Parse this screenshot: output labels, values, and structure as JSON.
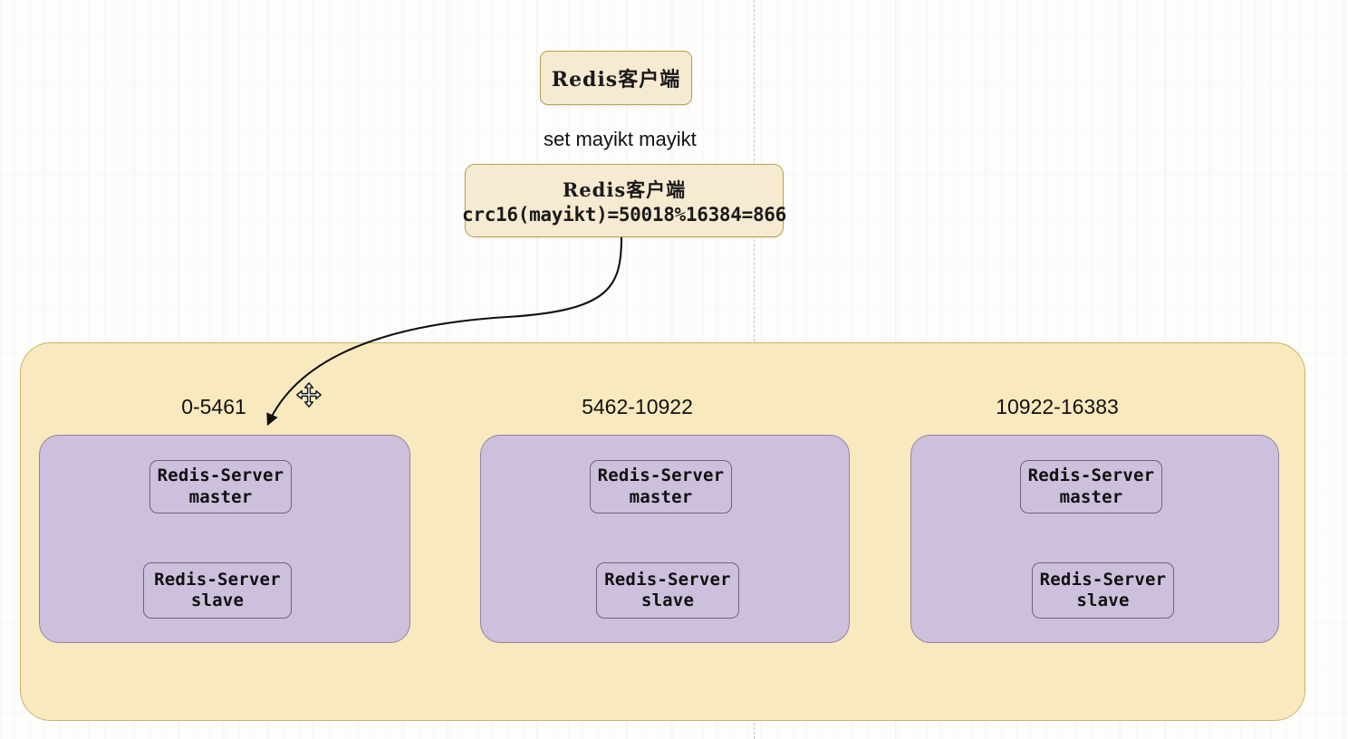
{
  "diagram": {
    "title_box": {
      "label": "Redis客户端"
    },
    "command_label": "set mayikt mayikt",
    "hash_box": {
      "line1": "Redis客户端",
      "line2": "crc16(mayikt)=50018%16384=866"
    },
    "colors": {
      "container_fill": "#f9e9bf",
      "container_border": "#c9b368",
      "cream_fill": "#f6ead1",
      "cream_border": "#b5a44f",
      "node_fill": "#cdc0dc",
      "node_border": "#8f84a2",
      "server_border": "#6f6382",
      "arrow": "#111111"
    },
    "cursor": {
      "icon": "move-cursor-icon"
    },
    "clusters": [
      {
        "slot_range": "0-5461",
        "servers": [
          {
            "line1": "Redis-Server",
            "line2": "master"
          },
          {
            "line1": "Redis-Server",
            "line2": "slave"
          }
        ]
      },
      {
        "slot_range": "5462-10922",
        "servers": [
          {
            "line1": "Redis-Server",
            "line2": "master"
          },
          {
            "line1": "Redis-Server",
            "line2": "slave"
          }
        ]
      },
      {
        "slot_range": "10922-16383",
        "servers": [
          {
            "line1": "Redis-Server",
            "line2": "master"
          },
          {
            "line1": "Redis-Server",
            "line2": "slave"
          }
        ]
      }
    ]
  }
}
